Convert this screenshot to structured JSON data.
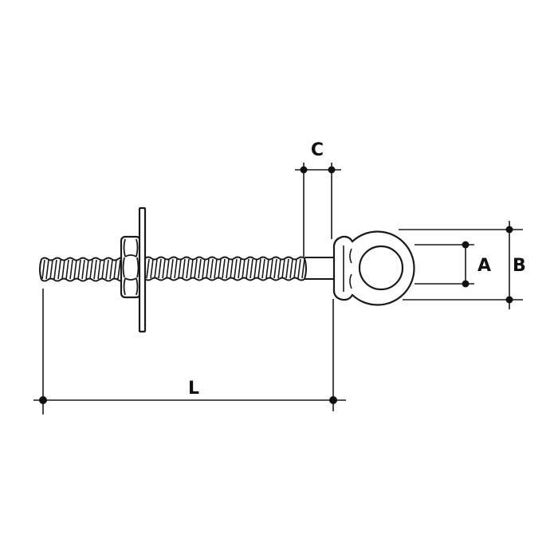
{
  "figure": {
    "subject": "Threaded eye bolt with hex nut and washer",
    "background": "#ffffff",
    "ink_color": "#1a1a1a"
  },
  "dimensions": {
    "L": {
      "label": "L",
      "description": "shank length"
    },
    "C": {
      "label": "C",
      "description": "neck length"
    },
    "A": {
      "label": "A",
      "description": "eye inner diameter"
    },
    "B": {
      "label": "B",
      "description": "eye outer diameter"
    }
  },
  "parts": {
    "shank": "threaded-rod",
    "nut": "hex-nut",
    "washer": "flat-washer",
    "eye": "ring-eye"
  }
}
